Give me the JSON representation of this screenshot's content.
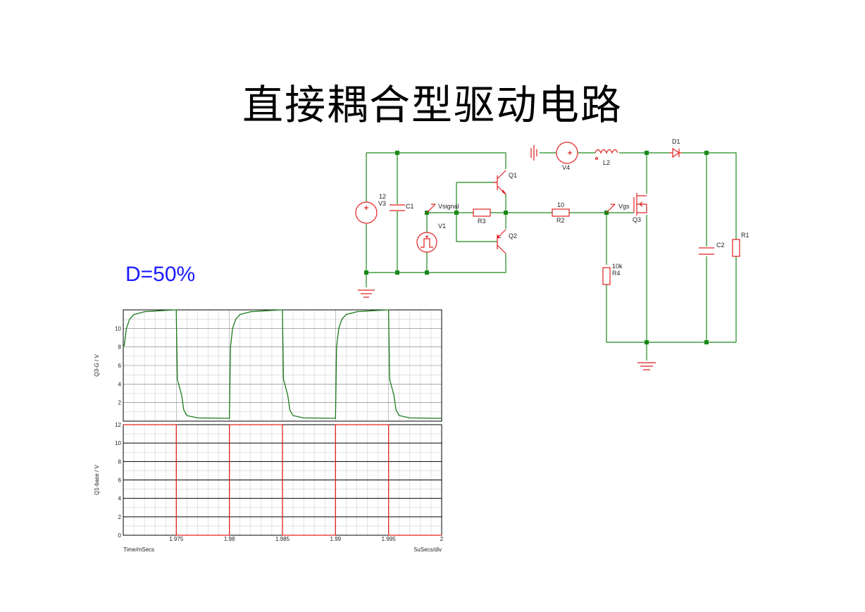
{
  "title": "直接耦合型驱动电路",
  "duty_label": "D=50%",
  "circuit": {
    "labels": {
      "v3_value": "12",
      "v3": "V3",
      "c1": "C1",
      "vsignal": "Vsignal",
      "v1": "V1",
      "r3": "R3",
      "q1": "Q1",
      "q2": "Q2",
      "r2_value": "10",
      "r2": "R2",
      "vgs": "Vgs",
      "q3": "Q3",
      "r4_value": "10k",
      "r4": "R4",
      "v4": "V4",
      "l2": "L2",
      "d1": "D1",
      "c2": "C2",
      "r1": "R1"
    }
  },
  "colors": {
    "wire": "#1a8a1a",
    "component": "#e02020",
    "title": "#000000",
    "duty": "#1a1aff",
    "trace_top": "#1a7a1a",
    "trace_bottom": "#e02020"
  },
  "chart_data": [
    {
      "type": "line",
      "ylabel": "Q3-G / V",
      "yticks": [
        "2",
        "4",
        "6",
        "8",
        "10"
      ],
      "ylim": [
        0,
        12
      ],
      "xlim": [
        1.97,
        2.0
      ],
      "series": [
        {
          "x": [
            1.97,
            1.9701,
            1.9703,
            1.9706,
            1.971,
            1.972,
            1.974,
            1.975,
            1.975,
            1.9751,
            1.9755,
            1.9757,
            1.976,
            1.977,
            1.98,
            1.98,
            1.9801,
            1.9803,
            1.9806,
            1.981,
            1.982,
            1.984,
            1.985,
            1.985,
            1.9851,
            1.9855,
            1.9857,
            1.986,
            1.987,
            1.99,
            1.99,
            1.9901,
            1.9903,
            1.9906,
            1.991,
            1.992,
            1.994,
            1.995,
            1.995,
            1.9951,
            1.9955,
            1.9957,
            1.996,
            1.997,
            2.0
          ],
          "y": [
            8.0,
            8.2,
            10.0,
            11.0,
            11.5,
            11.8,
            11.95,
            12.0,
            11.5,
            4.5,
            2.8,
            1.2,
            0.6,
            0.35,
            0.3,
            0.3,
            8.0,
            10.0,
            11.0,
            11.5,
            11.8,
            11.95,
            12.0,
            11.5,
            4.5,
            2.8,
            1.2,
            0.6,
            0.35,
            0.3,
            0.3,
            8.0,
            10.0,
            11.0,
            11.5,
            11.8,
            11.95,
            12.0,
            11.5,
            4.5,
            2.8,
            1.2,
            0.6,
            0.35,
            0.3
          ]
        }
      ]
    },
    {
      "type": "line",
      "ylabel": "Q1-base / V",
      "yticks": [
        "0",
        "2",
        "4",
        "6",
        "8",
        "10",
        "12"
      ],
      "ylim": [
        0,
        12
      ],
      "xlim": [
        1.97,
        2.0
      ],
      "xticks": [
        "1.975",
        "1.98",
        "1.985",
        "1.99",
        "1.995",
        "2"
      ],
      "xtick_values": [
        1.975,
        1.98,
        1.985,
        1.99,
        1.995,
        2.0
      ],
      "xlabel": "Time/mSecs",
      "xnote": "5uSecs/div",
      "series": [
        {
          "x": [
            1.97,
            1.975,
            1.975,
            1.98,
            1.98,
            1.985,
            1.985,
            1.99,
            1.99,
            1.995,
            1.995,
            2.0
          ],
          "y": [
            12,
            12,
            0,
            0,
            12,
            12,
            0,
            0,
            12,
            12,
            0,
            0
          ]
        }
      ]
    }
  ]
}
